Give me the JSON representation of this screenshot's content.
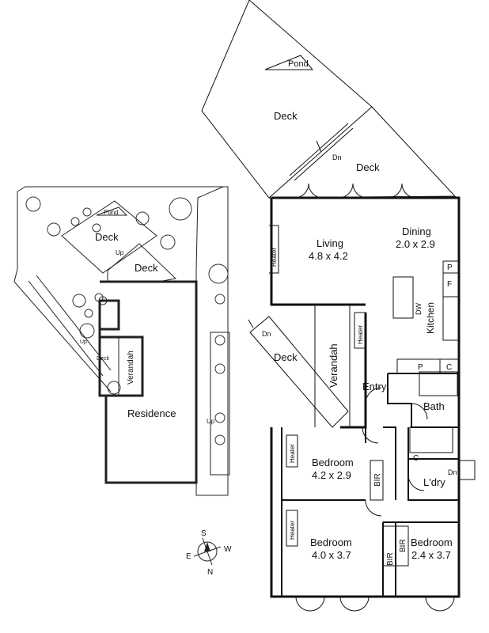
{
  "labels": {
    "pond_main": "Pond",
    "deck_top": "Deck",
    "deck_mid": "Deck",
    "dn_upper": "Dn",
    "living": "Living",
    "living_dim": "4.8 x 4.2",
    "dining": "Dining",
    "dining_dim": "2.0 x 2.9",
    "heater_living": "Heater",
    "heater_verandah": "Heater",
    "heater_bed1": "Heater",
    "heater_bed2": "Heater",
    "p_pantry": "P",
    "f_fridge": "F",
    "dw": "DW",
    "kitchen": "Kitchen",
    "dn_deck": "Dn",
    "deck_side": "Deck",
    "verandah": "Verandah",
    "entry": "Entry",
    "p_lower": "P",
    "c_lower": "C",
    "bath": "Bath",
    "bedroom1": "Bedroom",
    "bedroom1_dim": "4.2 x 2.9",
    "bir1": "BIR",
    "c_laundry": "C",
    "ldry": "L'dry",
    "dn_laundry": "Dn",
    "bedroom2": "Bedroom",
    "bedroom2_dim": "4.0 x 3.7",
    "bir2": "BIR",
    "bir3": "BIR",
    "bedroom3": "Bedroom",
    "bedroom3_dim": "2.4 x 3.7",
    "site_pond": "Pond",
    "site_deck1": "Deck",
    "site_up1": "Up",
    "site_deck2": "Deck",
    "site_up2": "Up",
    "site_deck3": "Deck",
    "site_verandah": "Verandah",
    "site_residence": "Residence",
    "site_up3": "Up"
  },
  "compass": {
    "s": "S",
    "w": "W",
    "e": "E",
    "n": "N"
  }
}
